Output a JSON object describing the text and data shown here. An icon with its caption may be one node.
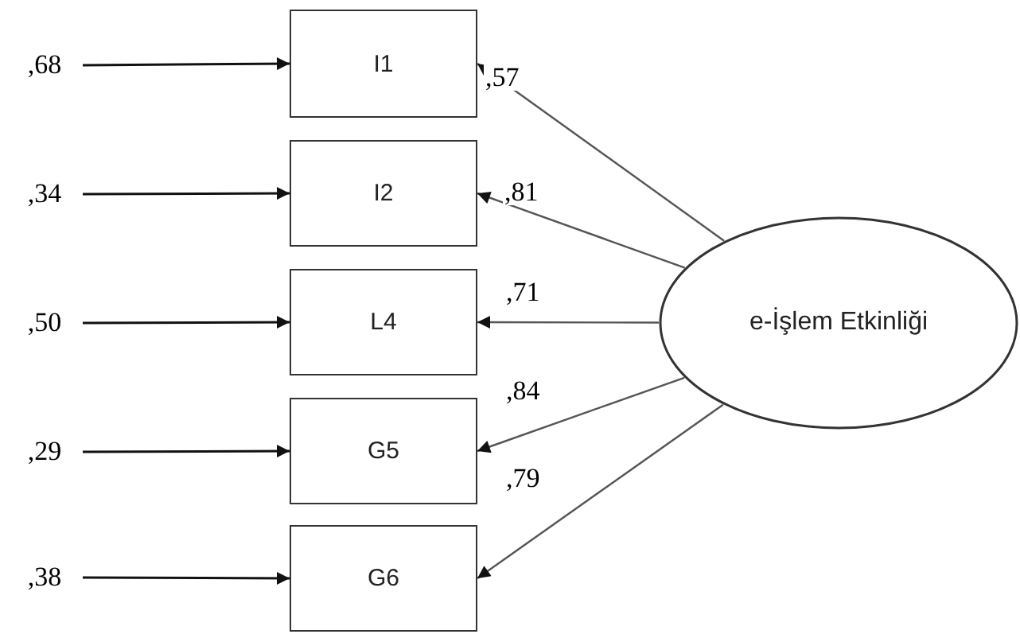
{
  "diagram": {
    "nodes": [
      {
        "text": [
          ",68"
        ]
      },
      {
        "text": [
          "I1"
        ]
      },
      {
        "text": [
          ",34"
        ]
      },
      {
        "text": [
          "I2"
        ]
      },
      {
        "text": [
          ",50"
        ]
      },
      {
        "text": [
          "L4"
        ]
      },
      {
        "text": [
          ",29"
        ]
      },
      {
        "text": [
          "G5"
        ]
      },
      {
        "text": [
          ",38"
        ]
      },
      {
        "text": [
          "G6"
        ]
      },
      {
        "text": [
          "e-İşlem Etkinliği"
        ]
      }
    ],
    "edges": [
      {
        "from": 0,
        "to": 1,
        "arrow": "to"
      },
      {
        "from": 2,
        "to": 3,
        "arrow": "to"
      },
      {
        "from": 4,
        "to": 5,
        "arrow": "to"
      },
      {
        "from": 6,
        "to": 7,
        "arrow": "to"
      },
      {
        "from": 8,
        "to": 9,
        "arrow": "to"
      },
      {
        "from": 10,
        "to": 1,
        "arrow": "to",
        "label": ",57"
      },
      {
        "from": 10,
        "to": 3,
        "arrow": "to",
        "label": ",81"
      },
      {
        "from": 10,
        "to": 5,
        "arrow": "to",
        "label": ",71"
      },
      {
        "from": 10,
        "to": 7,
        "arrow": "to",
        "label": ",84"
      },
      {
        "from": 10,
        "to": 9,
        "arrow": "to",
        "label": ",79"
      }
    ]
  }
}
